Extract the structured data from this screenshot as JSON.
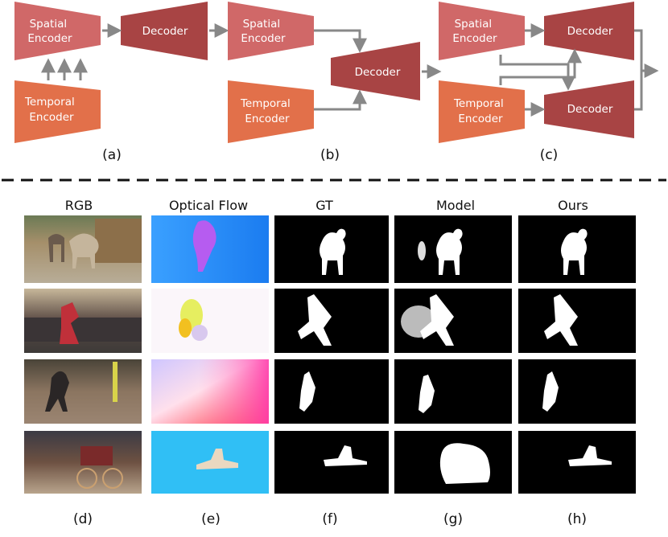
{
  "labels": {
    "spatial_encoder": "Spatial\nEncoder",
    "temporal_encoder": "Temporal\nEncoder",
    "decoder": "Decoder"
  },
  "captions": {
    "a": "(a)",
    "b": "(b)",
    "c": "(c)",
    "d": "(d)",
    "e": "(e)",
    "f": "(f)",
    "g": "(g)",
    "h": "(h)"
  },
  "columns": [
    "RGB",
    "Optical Flow",
    "GT",
    "Model",
    "Ours"
  ],
  "colors": {
    "spatial": "#d06868",
    "temporal": "#e2704a",
    "decoder": "#a84444",
    "arrow": "#888888"
  },
  "icons": [
    "rgb-frame-image",
    "optical-flow-image",
    "mask-image"
  ]
}
